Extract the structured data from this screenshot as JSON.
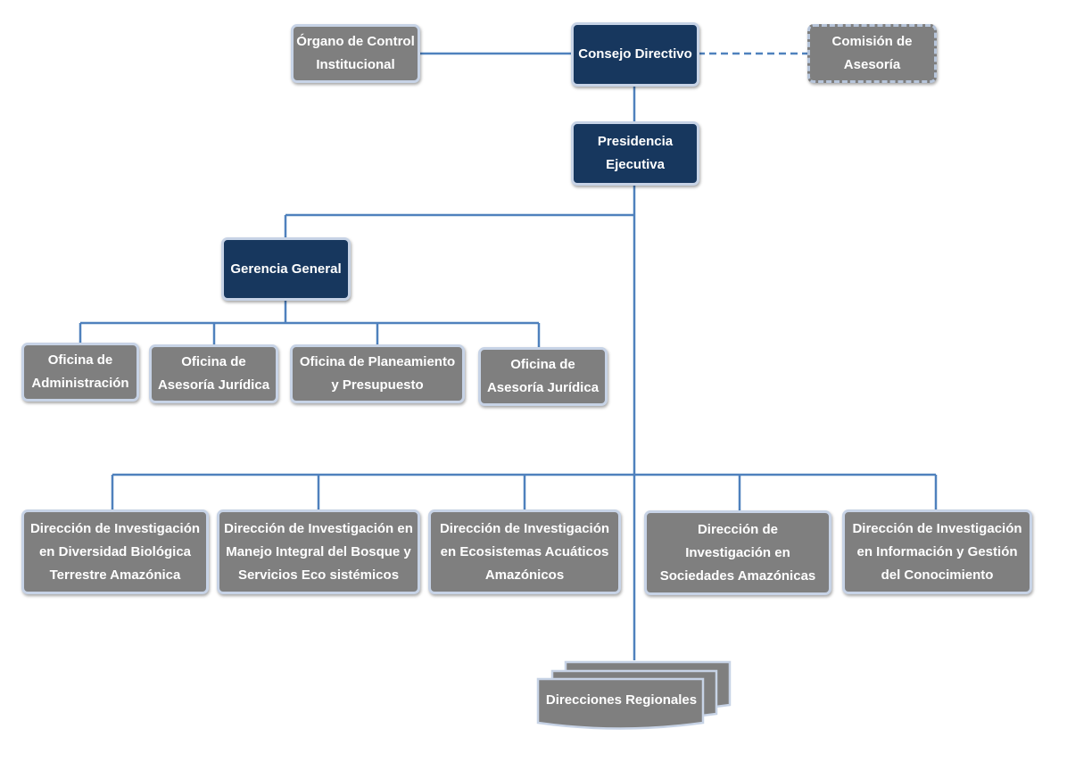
{
  "diagram": {
    "nodes": {
      "organo_control": "Órgano de Control\nInstitucional",
      "consejo_directivo": "Consejo Directivo",
      "comision_asesoria": "Comisión de\nAsesoría",
      "presidencia_ejecutiva": "Presidencia\nEjecutiva",
      "gerencia_general": "Gerencia General",
      "oficina_administracion": "Oficina de\nAdministración",
      "oficina_asesoria_juridica_1": "Oficina de\nAsesoría Jurídica",
      "oficina_planeamiento": "Oficina de Planeamiento\ny Presupuesto",
      "oficina_asesoria_juridica_2": "Oficina de\nAsesoría Jurídica",
      "dir_diversidad_biologica": "Dirección de Investigación\nen Diversidad  Biológica\nTerrestre Amazónica",
      "dir_manejo_bosque": "Dirección de Investigación  en\nManejo Integral del Bosque y\nServicios Eco sistémicos",
      "dir_ecosistemas_acuaticos": "Dirección de Investigación\nen Ecosistemas Acuáticos\nAmazónicos",
      "dir_sociedades_amazonicas": "Dirección de\nInvestigación  en\nSociedades Amazónicas",
      "dir_informacion_conocimiento": "Dirección de Investigación\nen Información y Gestión\ndel Conocimiento",
      "direcciones_regionales": "Direcciones Regionales"
    },
    "colors": {
      "dark_box": "#17375e",
      "gray_box": "#7f7f7f",
      "connector": "#4f81bd",
      "box_border": "#c7d3e6"
    }
  }
}
